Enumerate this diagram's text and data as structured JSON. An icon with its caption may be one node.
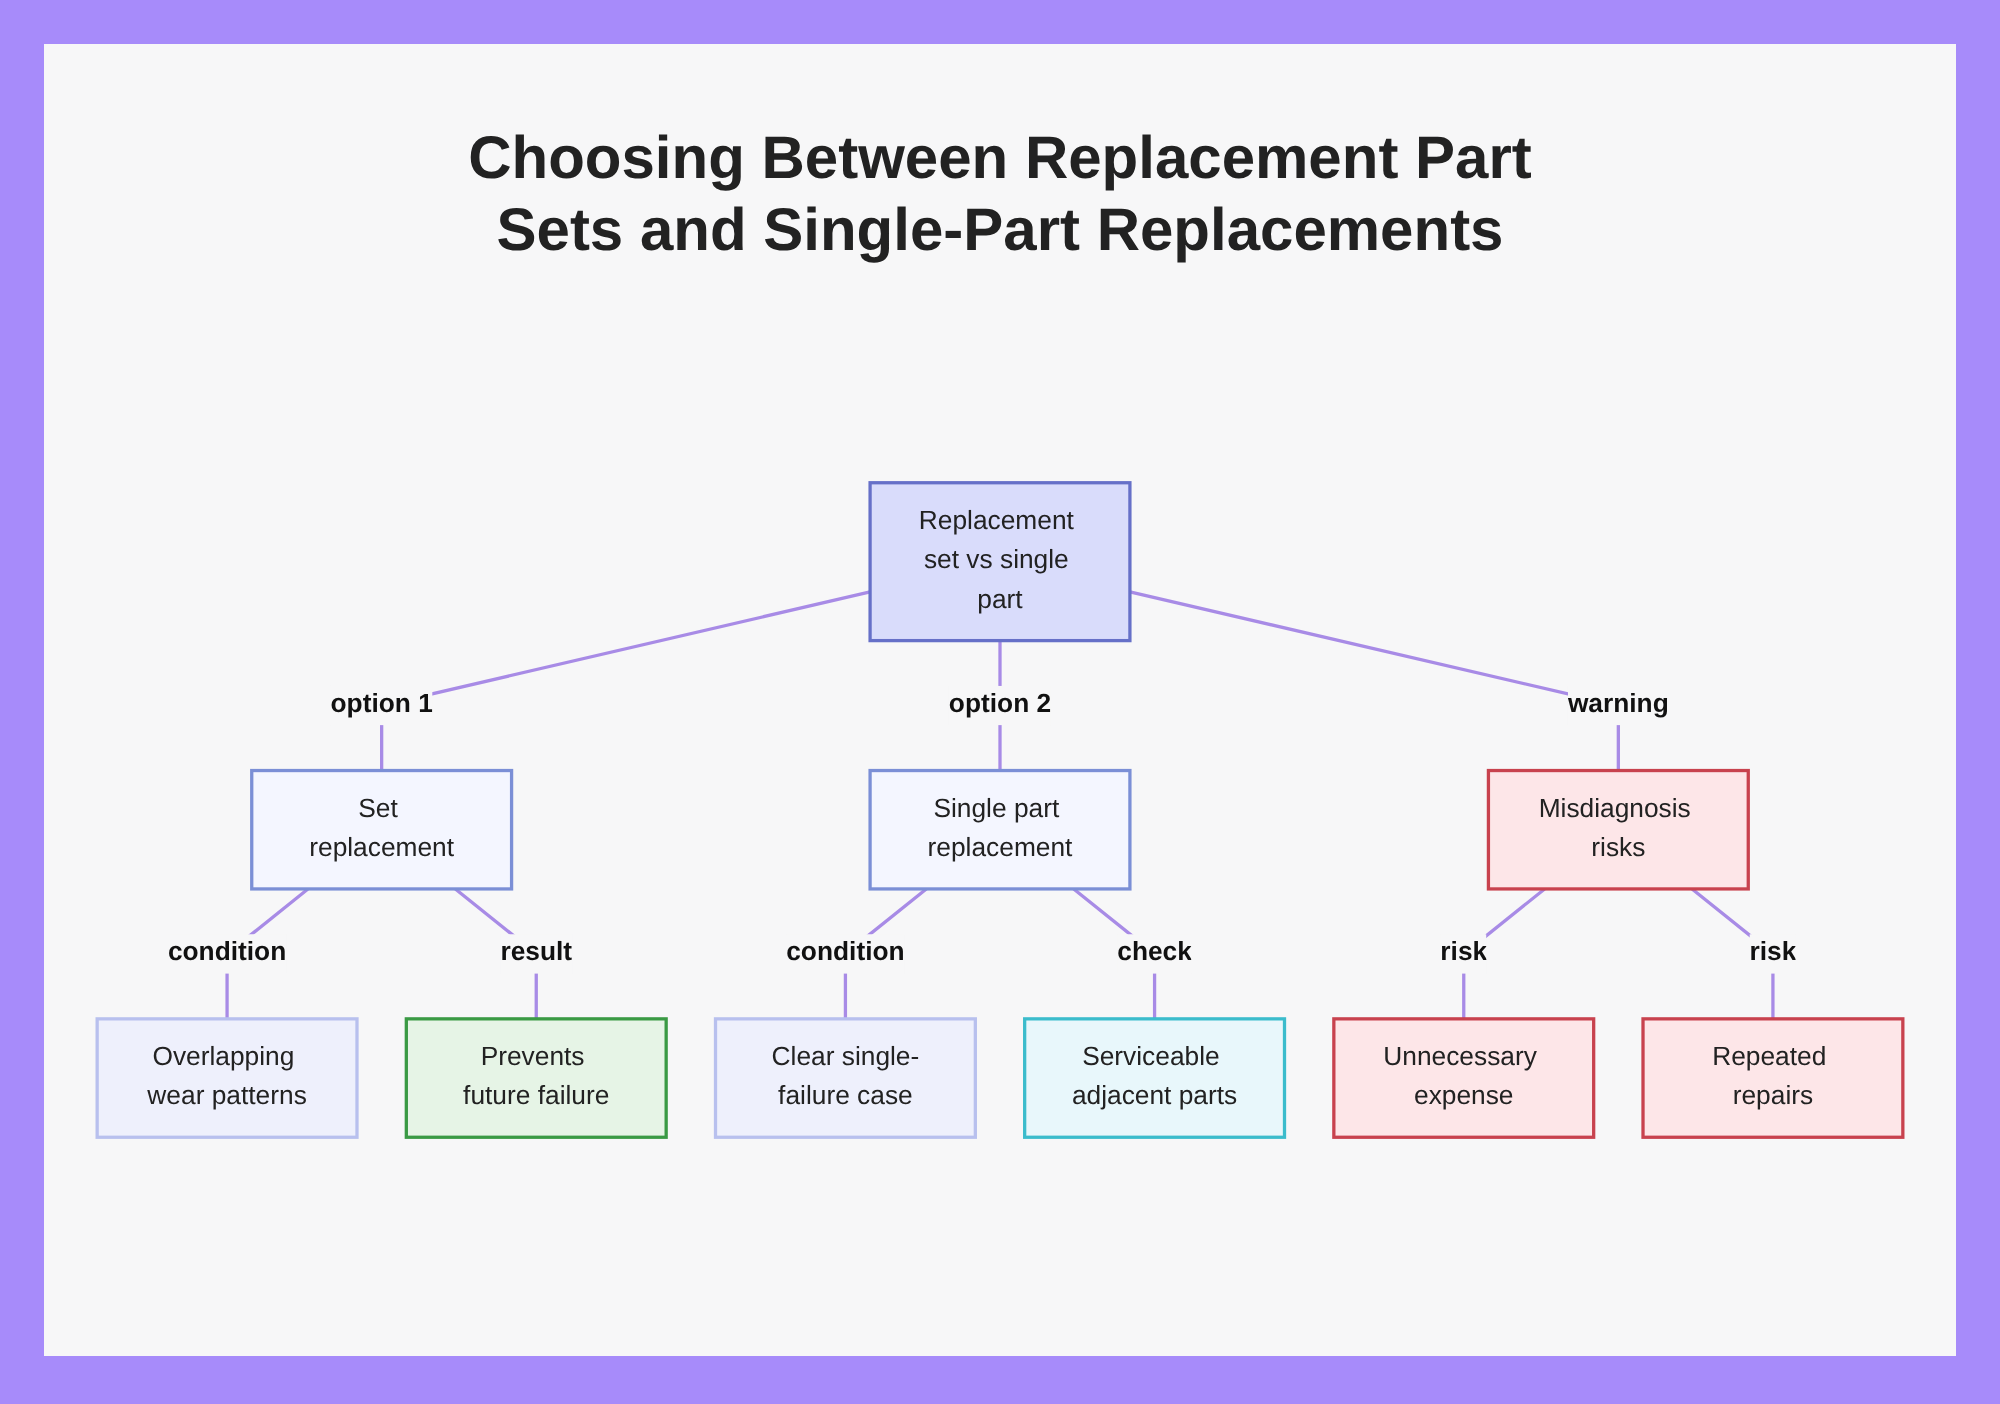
{
  "diagram": {
    "title": "Choosing Between Replacement Part Sets and Single-Part Replacements",
    "nodes": [
      {
        "text": [
          "Replacement set vs single part"
        ]
      },
      {
        "text": [
          "Set replacement"
        ]
      },
      {
        "text": [
          "Single part replacement"
        ]
      },
      {
        "text": [
          "Misdiagnosis risks"
        ]
      },
      {
        "text": [
          "Overlapping wear patterns"
        ]
      },
      {
        "text": [
          "Prevents future failure"
        ]
      },
      {
        "text": [
          "Clear single-failure case"
        ]
      },
      {
        "text": [
          "Serviceable adjacent parts"
        ]
      },
      {
        "text": [
          "Unnecessary expense"
        ]
      },
      {
        "text": [
          "Repeated repairs"
        ]
      }
    ],
    "edges": [
      {
        "from": 0,
        "to": 1,
        "arrow": "none",
        "label": "option 1"
      },
      {
        "from": 0,
        "to": 2,
        "arrow": "none",
        "label": "option 2"
      },
      {
        "from": 0,
        "to": 3,
        "arrow": "none",
        "label": "warning"
      },
      {
        "from": 1,
        "to": 4,
        "arrow": "none",
        "label": "condition"
      },
      {
        "from": 1,
        "to": 5,
        "arrow": "none",
        "label": "result"
      },
      {
        "from": 2,
        "to": 6,
        "arrow": "none",
        "label": "condition"
      },
      {
        "from": 2,
        "to": 7,
        "arrow": "none",
        "label": "check"
      },
      {
        "from": 3,
        "to": 8,
        "arrow": "none",
        "label": "risk"
      },
      {
        "from": 3,
        "to": 9,
        "arrow": "none",
        "label": "risk"
      }
    ]
  }
}
